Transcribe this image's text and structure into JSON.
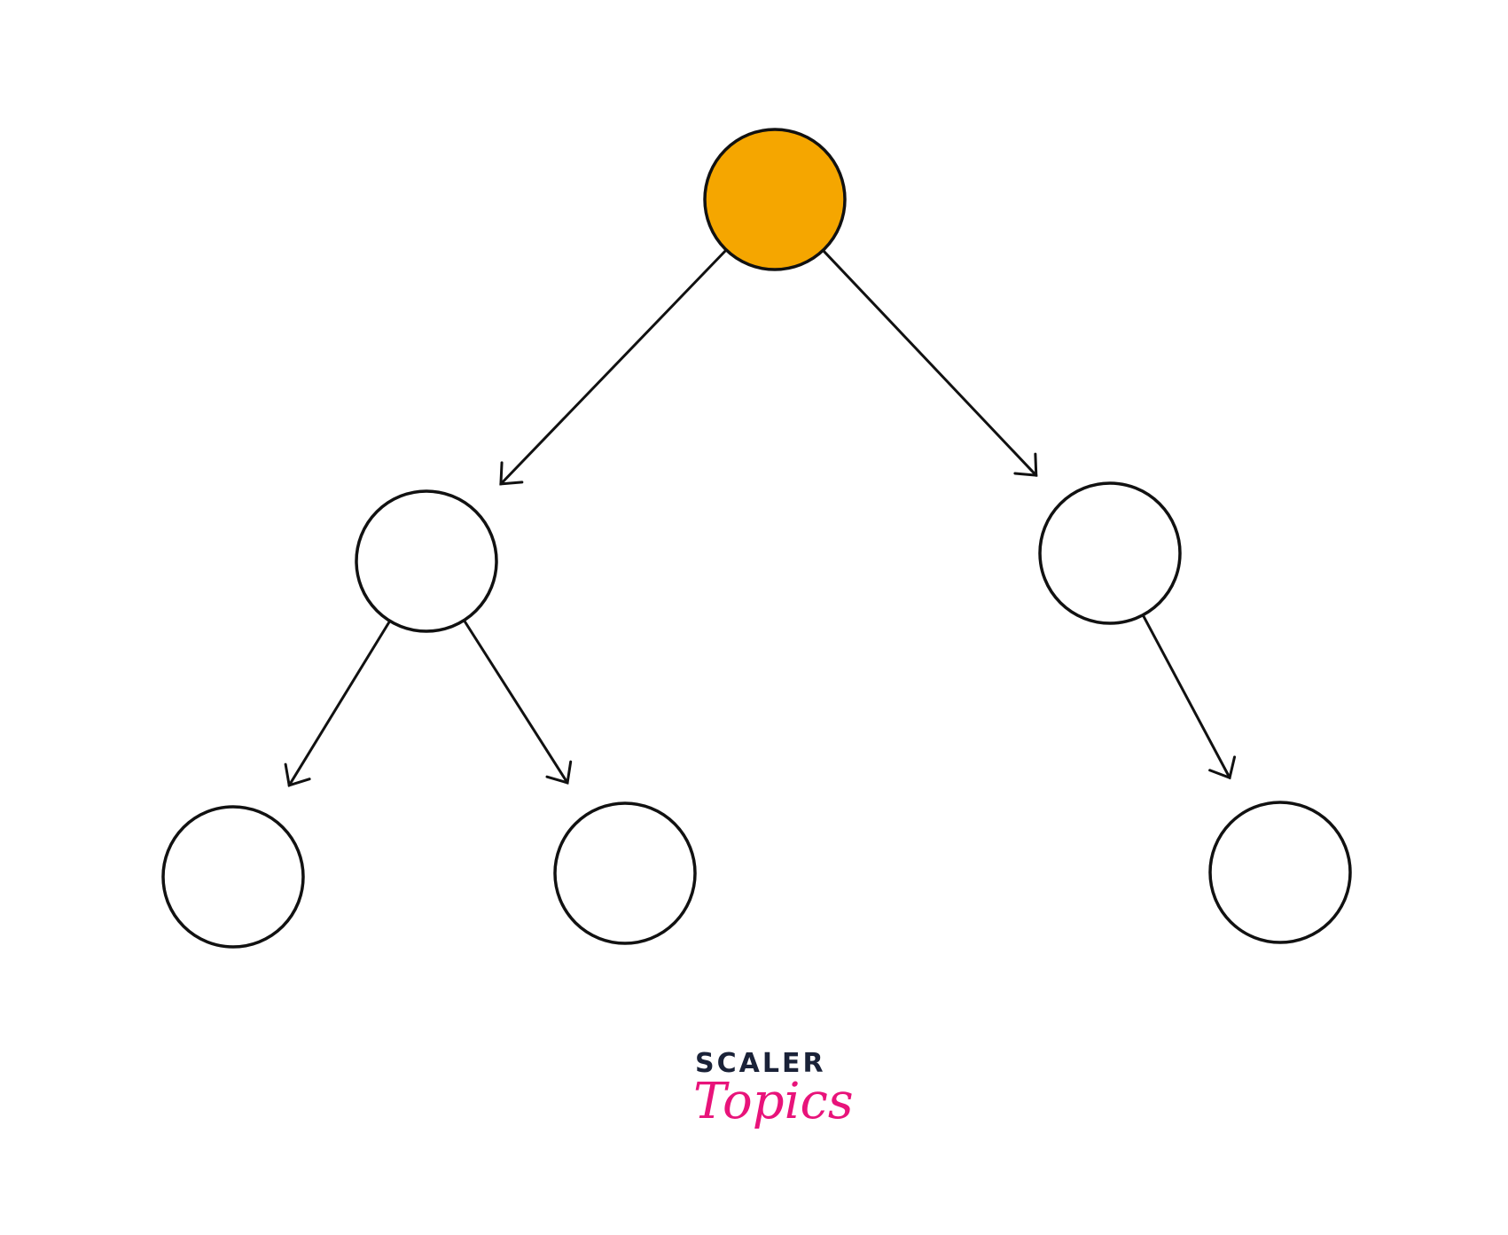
{
  "diagram": {
    "type": "binary-tree",
    "colors": {
      "root_fill": "#F5A600",
      "node_fill": "#FFFFFF",
      "stroke": "#111111"
    },
    "nodes": [
      {
        "id": "root",
        "level": 0,
        "highlighted": true
      },
      {
        "id": "left",
        "level": 1,
        "highlighted": false
      },
      {
        "id": "right",
        "level": 1,
        "highlighted": false
      },
      {
        "id": "left-left",
        "level": 2,
        "highlighted": false
      },
      {
        "id": "left-right",
        "level": 2,
        "highlighted": false
      },
      {
        "id": "right-right",
        "level": 2,
        "highlighted": false
      }
    ],
    "edges": [
      {
        "from": "root",
        "to": "left"
      },
      {
        "from": "root",
        "to": "right"
      },
      {
        "from": "left",
        "to": "left-left"
      },
      {
        "from": "left",
        "to": "left-right"
      },
      {
        "from": "right",
        "to": "right-right"
      }
    ]
  },
  "logo": {
    "brand": "SCALER",
    "product": "Topics",
    "brand_color": "#1A2238",
    "product_color": "#E8137A"
  }
}
